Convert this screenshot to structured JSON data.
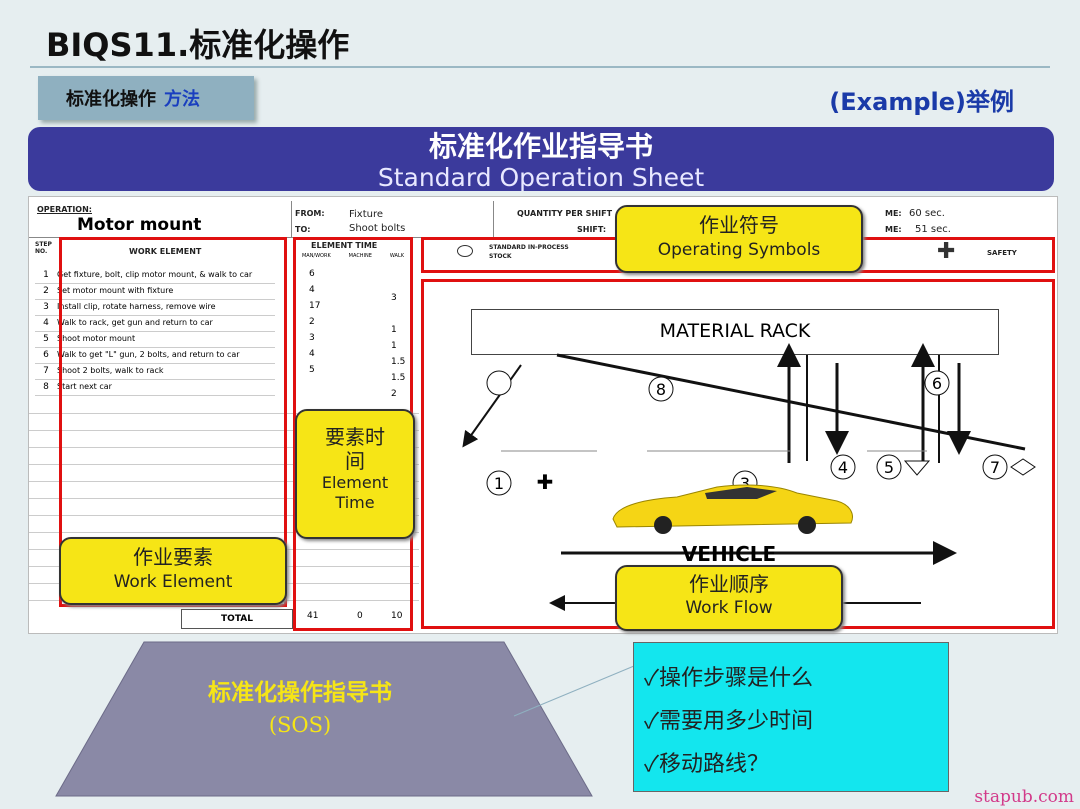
{
  "title": "BIQS11.标准化操作",
  "tab": {
    "label": "标准化操作",
    "label_blue": "方法"
  },
  "example": "(Example)举例",
  "banner": {
    "cn": "标准化作业指导书",
    "en": "Standard Operation Sheet"
  },
  "sheet": {
    "operation_label": "OPERATION:",
    "operation_value": "Motor mount",
    "from_label": "FROM:",
    "from_value": "Fixture",
    "to_label": "TO:",
    "to_value": "Shoot bolts",
    "qty_label": "QUANTITY PER SHIFT",
    "shift_label": "SHIFT:",
    "time1_label": "ME:",
    "time1_value": "60 sec.",
    "time2_label": "ME:",
    "time2_value": "51 sec.",
    "step_header": "STEP NO.",
    "work_header": "WORK ELEMENT",
    "elem_time_header": "ELEMENT TIME",
    "elem_sub": [
      "MAN/WORK",
      "MACHINE",
      "WALK"
    ],
    "std_stock_label": "STANDARD IN-PROCESS STOCK",
    "safety_label": "SAFETY",
    "rows": [
      {
        "n": "1",
        "text": "Get fixture, bolt, clip motor mount, & walk to car",
        "t": "6",
        "w": ""
      },
      {
        "n": "2",
        "text": "Set motor mount with fixture",
        "t": "4",
        "w": "3"
      },
      {
        "n": "3",
        "text": "Install clip, rotate harness, remove wire",
        "t": "17",
        "w": ""
      },
      {
        "n": "4",
        "text": "Walk to rack, get gun and return to car",
        "t": "2",
        "w": "1"
      },
      {
        "n": "5",
        "text": "Shoot motor mount",
        "t": "3",
        "w": "1"
      },
      {
        "n": "6",
        "text": "Walk to get \"L\" gun, 2 bolts, and return to car",
        "t": "4",
        "w": "1.5"
      },
      {
        "n": "7",
        "text": "Shoot 2 bolts, walk to rack",
        "t": "5",
        "w": "1.5"
      },
      {
        "n": "8",
        "text": "Start next car",
        "t": "",
        "w": "2"
      }
    ],
    "total_label": "TOTAL",
    "totals": [
      "41",
      "0",
      "10"
    ],
    "rack_label": "MATERIAL RACK",
    "vehicle_label": "VEHICLE",
    "steps": [
      "1",
      "2",
      "3",
      "4",
      "5",
      "6",
      "7",
      "8"
    ]
  },
  "callouts": {
    "symbols_cn": "作业符号",
    "symbols_en": "Operating Symbols",
    "time_cn": "要素时间",
    "time_en": "Element Time",
    "work_cn": "作业要素",
    "work_en": "Work Element",
    "flow_cn": "作业顺序",
    "flow_en": "Work Flow"
  },
  "sos": {
    "cn": "标准化操作指导书",
    "abbr": "(SOS)"
  },
  "checklist": [
    "✓操作步骤是什么",
    "✓需要用多少时间",
    "✓移动路线？"
  ],
  "footer": "stapub.com",
  "colors": {
    "banner": "#3b3a9c",
    "callout": "#f6e516",
    "highlight": "#e01010",
    "info_box": "#13e6ee",
    "trapezoid": "#8a89a6"
  }
}
